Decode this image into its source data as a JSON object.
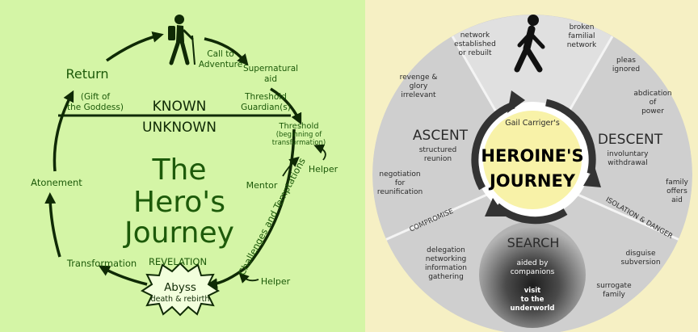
{
  "hero": {
    "title_lines": [
      "The",
      "Hero's",
      "Journey"
    ],
    "known": "KNOWN",
    "unknown": "UNKNOWN",
    "call": [
      "Call to",
      "Adventure"
    ],
    "supernatural": [
      "Supernatural",
      "aid"
    ],
    "guardian": [
      "Threshold",
      "Guardian(s)"
    ],
    "threshold": "Threshold",
    "threshold_sub": [
      "(beginning of",
      "transformation)"
    ],
    "helper_top": "Helper",
    "mentor": "Mentor",
    "challenges": "Challenges and Temptations",
    "helper_bottom": "Helper",
    "abyss": "Abyss",
    "abyss_sub": "death & rebirth",
    "revelation": "REVELATION",
    "transformation": "Transformation",
    "atonement": "Atonement",
    "return": "Return",
    "gift": [
      "(Gift of",
      "the Goddess)"
    ]
  },
  "heroine": {
    "author": "Gail Carriger's",
    "center_title": [
      "HEROINE'S",
      "JOURNEY"
    ],
    "descent": "DESCENT",
    "ascent": "ASCENT",
    "search": "SEARCH",
    "compromise": "COMPROMISE",
    "isolation": "ISOLATION & DANGER",
    "network": [
      "network",
      "established",
      "or rebuilt"
    ],
    "broken": [
      "broken",
      "familial",
      "network"
    ],
    "pleas": [
      "pleas",
      "ignored"
    ],
    "abdication": [
      "abdication",
      "of",
      "power"
    ],
    "involuntary": [
      "involuntary",
      "withdrawal"
    ],
    "family_aid": [
      "family",
      "offers",
      "aid"
    ],
    "disguise": [
      "disguise",
      "subversion"
    ],
    "surrogate": [
      "surrogate",
      "family"
    ],
    "aided": [
      "aided by",
      "companions"
    ],
    "visit": [
      "visit",
      "to the",
      "underworld"
    ],
    "delegation": [
      "delegation",
      "networking",
      "information",
      "gathering"
    ],
    "negotiation": [
      "negotiation",
      "for",
      "reunification"
    ],
    "structured": [
      "structured",
      "reunion"
    ],
    "revenge": [
      "revenge &",
      "glory",
      "irrelevant"
    ]
  }
}
